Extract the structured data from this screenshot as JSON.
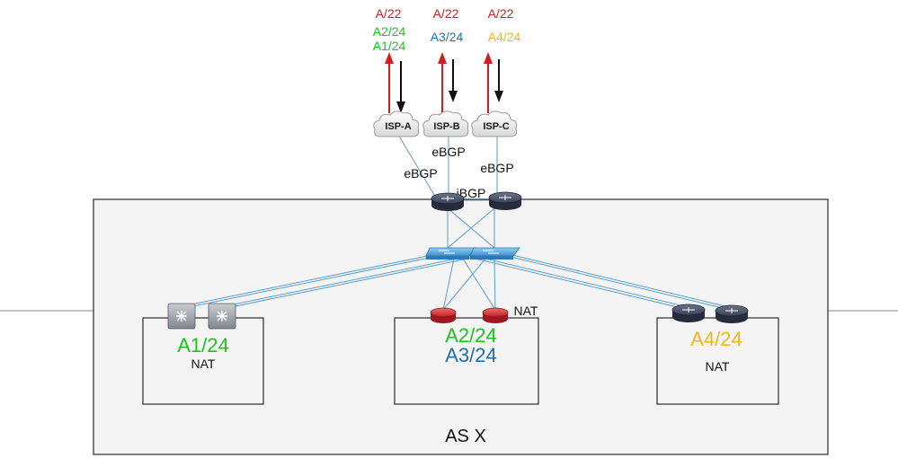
{
  "colors": {
    "red": "#d11f1f",
    "green": "#19c519",
    "blue": "#1f6fb0",
    "gold": "#f2b51d",
    "black": "#111111",
    "link": "#5a9ec9",
    "router_dark": "#2c3345",
    "switch_blue": "#4f9fd8",
    "red_router": "#c8202a",
    "gray_switch": "#9aa0a6"
  },
  "isps": [
    {
      "name": "ISP-A",
      "adverts_out": [
        "A/22"
      ],
      "adverts_in": [
        "A2/24",
        "A1/24"
      ],
      "in_colors": [
        "green",
        "green"
      ]
    },
    {
      "name": "ISP-B",
      "adverts_out": [
        "A/22"
      ],
      "adverts_in": [
        "A3/24"
      ],
      "in_colors": [
        "blue"
      ]
    },
    {
      "name": "ISP-C",
      "adverts_out": [
        "A/22"
      ],
      "adverts_in": [
        "A4/24"
      ],
      "in_colors": [
        "gold"
      ]
    }
  ],
  "links": {
    "ebgp_left": "eBGP",
    "ebgp_mid": "eBGP",
    "ebgp_right": "eBGP",
    "ibgp": "iBGP"
  },
  "sites": [
    {
      "prefixes": [
        "A1/24"
      ],
      "prefix_colors": [
        "green"
      ],
      "note": "NAT"
    },
    {
      "prefixes": [
        "A2/24",
        "A3/24"
      ],
      "prefix_colors": [
        "green",
        "blue"
      ],
      "note": "NAT"
    },
    {
      "prefixes": [
        "A4/24"
      ],
      "prefix_colors": [
        "gold"
      ],
      "note": "NAT"
    }
  ],
  "as_label": "AS X",
  "icons": [
    "cloud-icon",
    "router-icon",
    "switch-icon",
    "layer3-switch-icon"
  ]
}
